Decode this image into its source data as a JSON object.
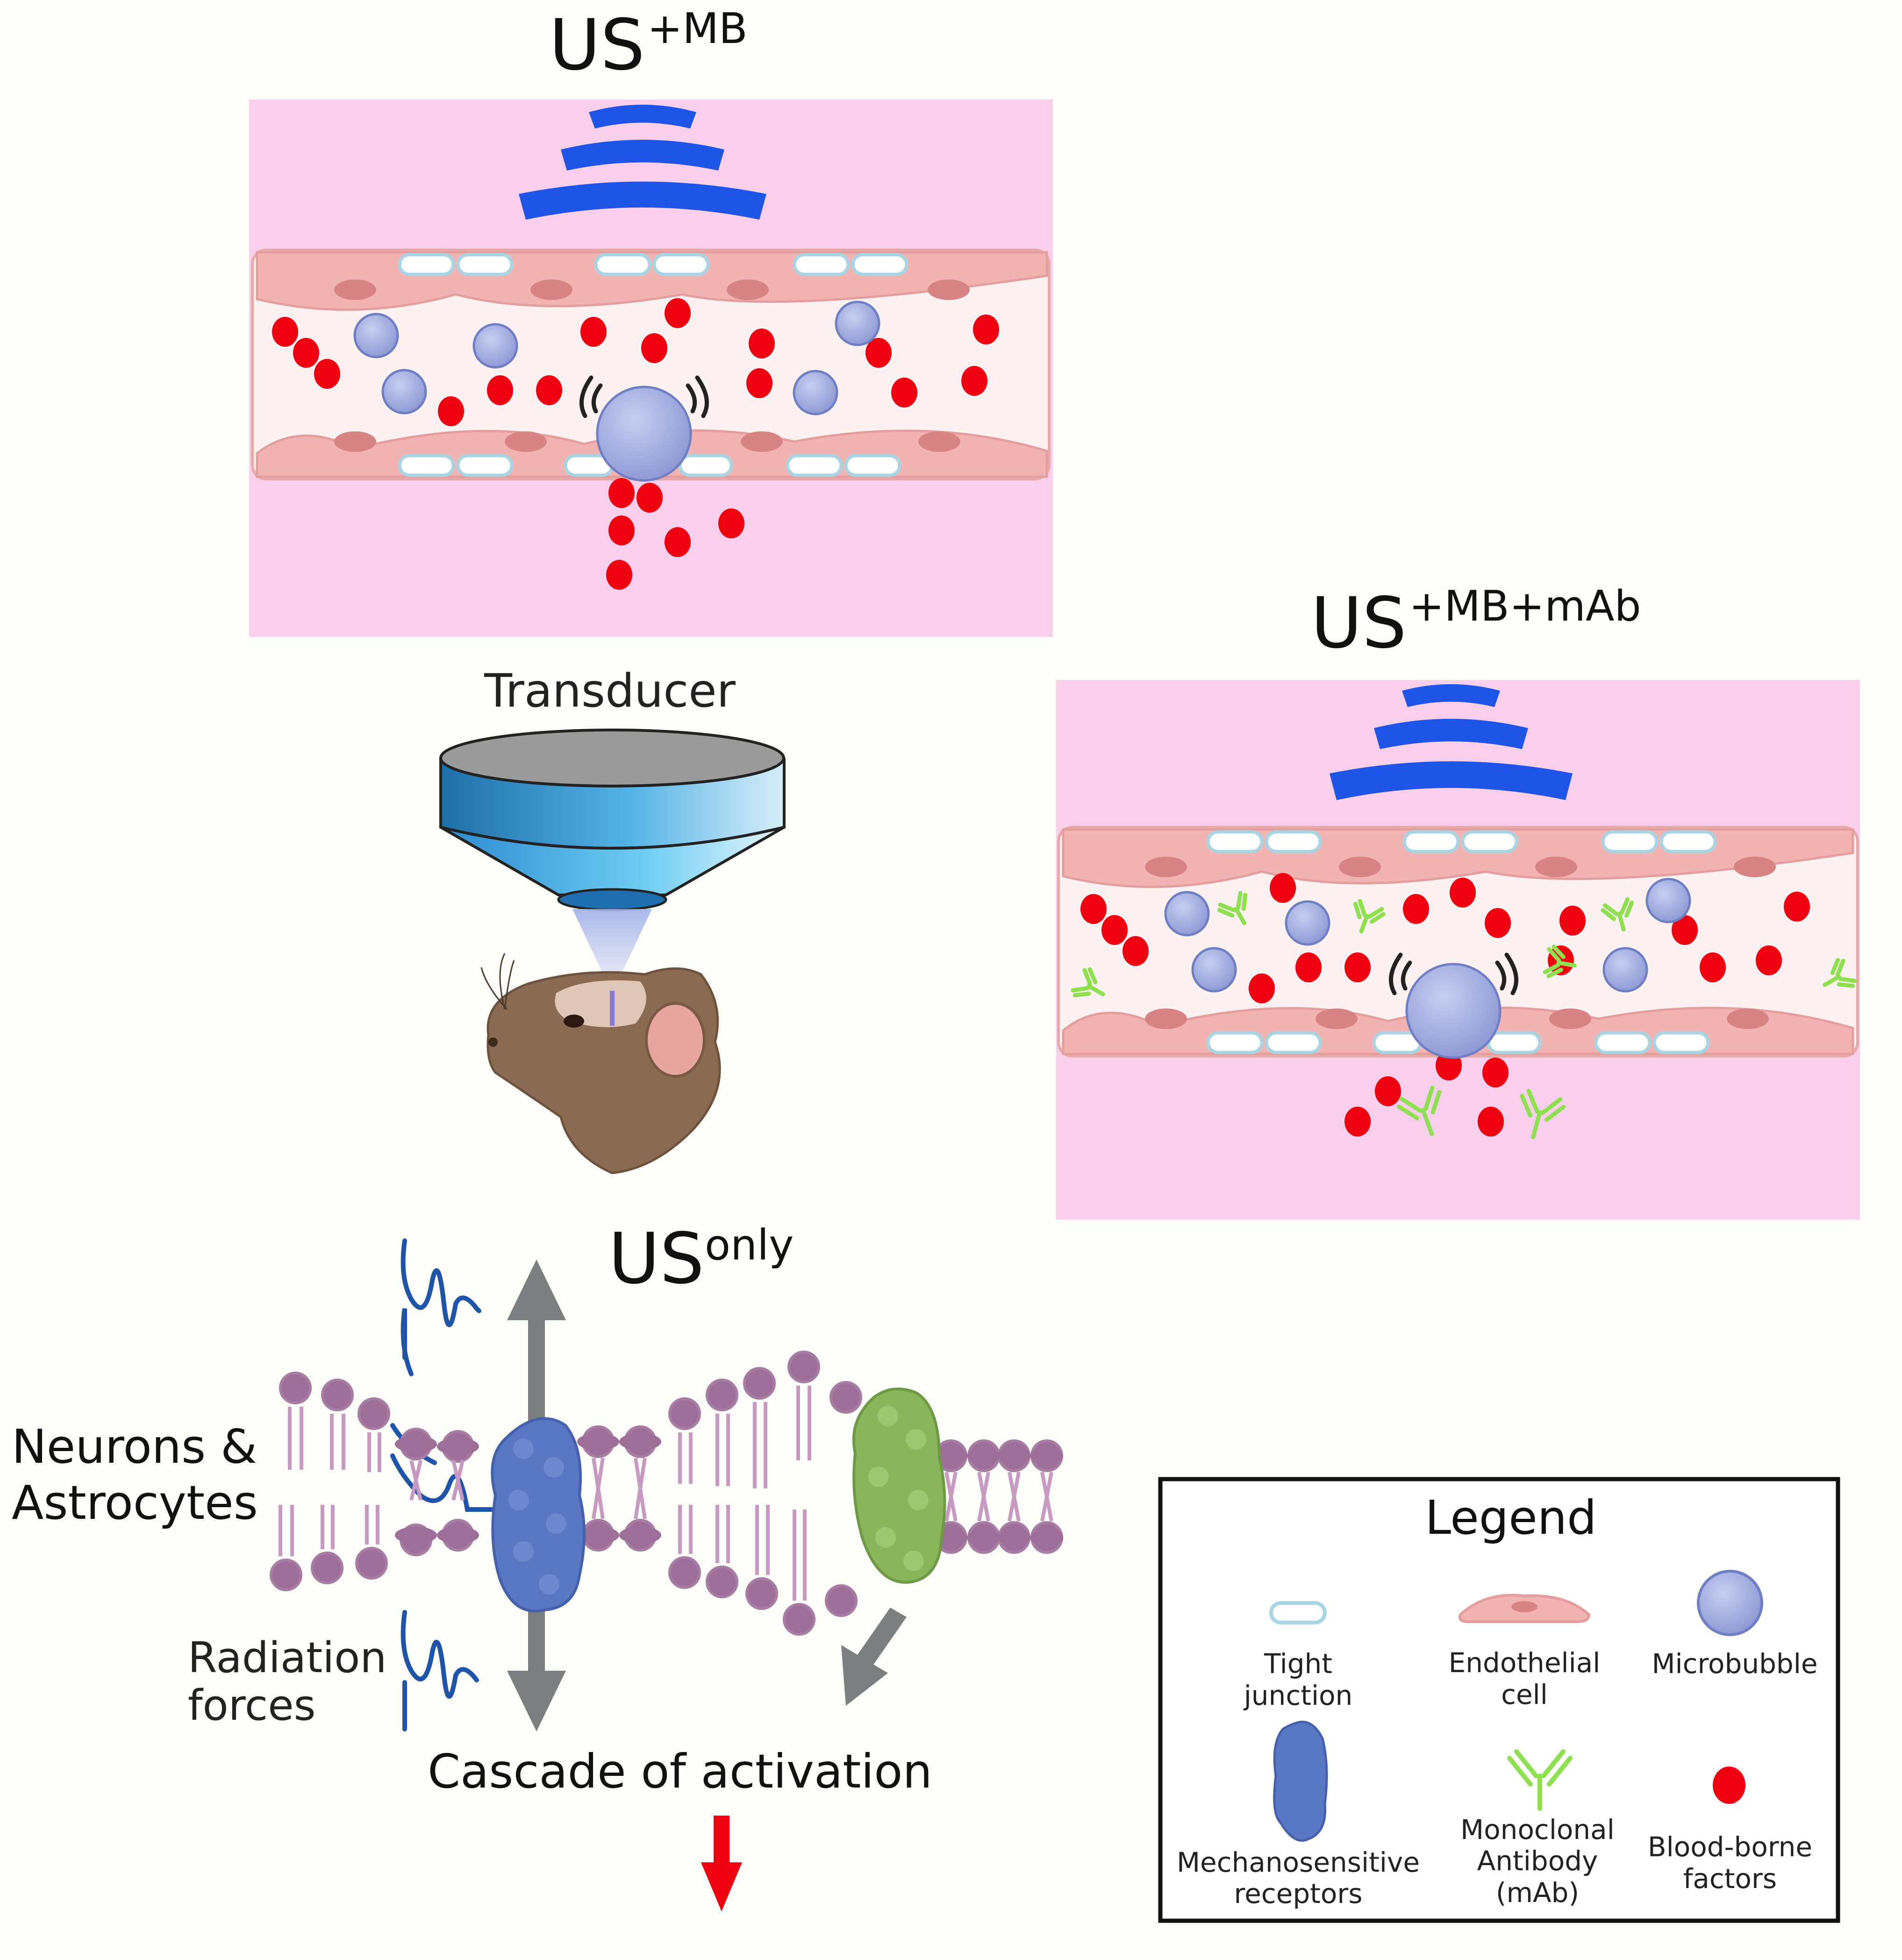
{
  "titles": {
    "mb_main": "US",
    "mb_sup": "+MB",
    "mab_main": "US",
    "mab_sup": "+MB+mAb",
    "only_main": "US",
    "only_sup": "only"
  },
  "transducer_label": "Transducer",
  "neurons_line1": "Neurons &",
  "neurons_line2": "Astrocytes",
  "radiation_line1": "Radiation",
  "radiation_line2": "forces",
  "cascade_label": "Cascade of activation",
  "legend": {
    "title": "Legend",
    "tight_junction": [
      "Tight",
      "junction"
    ],
    "endothelial_cell": [
      "Endothelial",
      "cell"
    ],
    "microbubble": [
      "Microbubble"
    ],
    "mechanosensitive": [
      "Mechanosensitive",
      "receptors"
    ],
    "antibody": [
      "Monoclonal",
      "Antibody",
      "(mAb)"
    ],
    "blood_borne": [
      "Blood-borne",
      "factors"
    ]
  },
  "colors": {
    "tissue_pink": "#f9cfec",
    "vessel_wall": "#f2b3b3",
    "vessel_lumen": "#fdf1f1",
    "blood_red": "#ee0010",
    "microbubble": "#9ba8de",
    "wave_blue": "#1f55e6",
    "antibody_green": "#8fe050",
    "receptor_blue": "#5a77c4",
    "receptor_green": "#8ab55a",
    "lipid_purple": "#9c6e98",
    "arrow_gray": "#7b7f80"
  }
}
